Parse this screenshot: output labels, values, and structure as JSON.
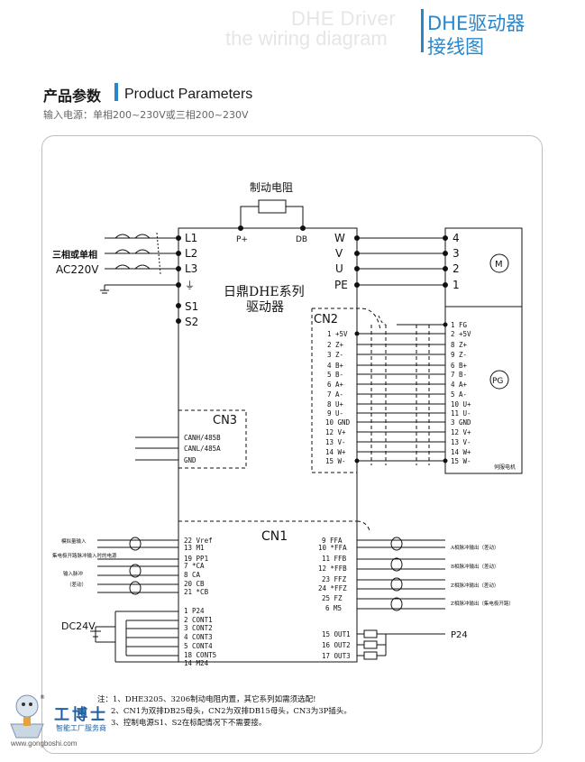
{
  "header": {
    "bg_line1": "DHE Driver",
    "bg_line2": "the wiring diagram",
    "title_line1": "DHE驱动器",
    "title_line2": "接线图",
    "accent_color": "#2a86c8"
  },
  "section": {
    "title_cn": "产品参数",
    "title_en": "Product Parameters",
    "subtitle": "输入电源：单相200~230V或三相200~230V"
  },
  "diagram": {
    "brake_resistor": "制动电阻",
    "brake_p": "P+",
    "brake_db": "DB",
    "power_label_1": "三相或单相",
    "power_label_2": "AC220V",
    "power_terms": [
      "L1",
      "L2",
      "L3"
    ],
    "ground_symbol": "⏚",
    "aux_terms": [
      "S1",
      "S2"
    ],
    "driver_name_1": "日鼎DHE系列",
    "driver_name_2": "驱动器",
    "motor_terms_left": [
      "W",
      "V",
      "U",
      "PE"
    ],
    "motor_terms_right": [
      "4",
      "3",
      "2",
      "1"
    ],
    "motor_symbol": "M",
    "encoder_symbol": "PG",
    "motor_caption": "伺服电机",
    "cn2": {
      "label": "CN2",
      "left_pins": [
        "1 +5V",
        "2 Z+",
        "3 Z-",
        "4 B+",
        "5 B-",
        "6 A+",
        "7 A-",
        "8 U+",
        "9 U-",
        "10 GND",
        "12 V+",
        "13 V-",
        "14 W+",
        "15 W-"
      ],
      "right_pins": [
        "1 FG",
        "2 +5V",
        "8 Z+",
        "9 Z-",
        "6 B+",
        "7 B-",
        "4 A+",
        "5 A-",
        "10 U+",
        "11 U-",
        "3 GND",
        "12 V+",
        "13 V-",
        "14 W+",
        "15 W-"
      ]
    },
    "cn3": {
      "label": "CN3",
      "pins": [
        "CANH/485B",
        "CANL/485A",
        "GND"
      ]
    },
    "cn1": {
      "label": "CN1",
      "left_pins": [
        "22 Vref",
        "13 M1",
        "19 PP1",
        "7 *CA",
        "8 CA",
        "20 CB",
        "21 *CB",
        "1 P24",
        "2 CONT1",
        "3 CONT2",
        "4 CONT3",
        "5 CONT4",
        "18 CONT5",
        "14 M24"
      ],
      "right_pins": [
        "9 FFA",
        "10 *FFA",
        "11 FFB",
        "12 *FFB",
        "23 FFZ",
        "24 *FFZ",
        "25 FZ",
        "6 M5",
        "15 OUT1",
        "16 OUT2",
        "17 OUT3"
      ],
      "left_notes": [
        "模拟量输入",
        "集电极开路脉冲输入时的电源",
        "输入脉冲",
        "（差动）"
      ],
      "right_notes": [
        "A相脉冲输出（差动）",
        "B相脉冲输出（差动）",
        "Z相脉冲输出（差动）",
        "Z相脉冲输出（集电极开路）"
      ],
      "dc_label": "DC24V",
      "p24_label": "P24"
    },
    "notes": [
      "注：1、DHE3205、3206制动电阻内置，其它系列如需须选配!",
      "2、CN1为双排DB25母头，CN2为双排DB15母头，CN3为3P插头。",
      "3、控制电源S1、S2在标配情况下不需要接。"
    ]
  },
  "logo": {
    "name": "工博士",
    "slogan": "智能工厂服务商",
    "url": "www.gongboshi.com",
    "registered": "®"
  }
}
